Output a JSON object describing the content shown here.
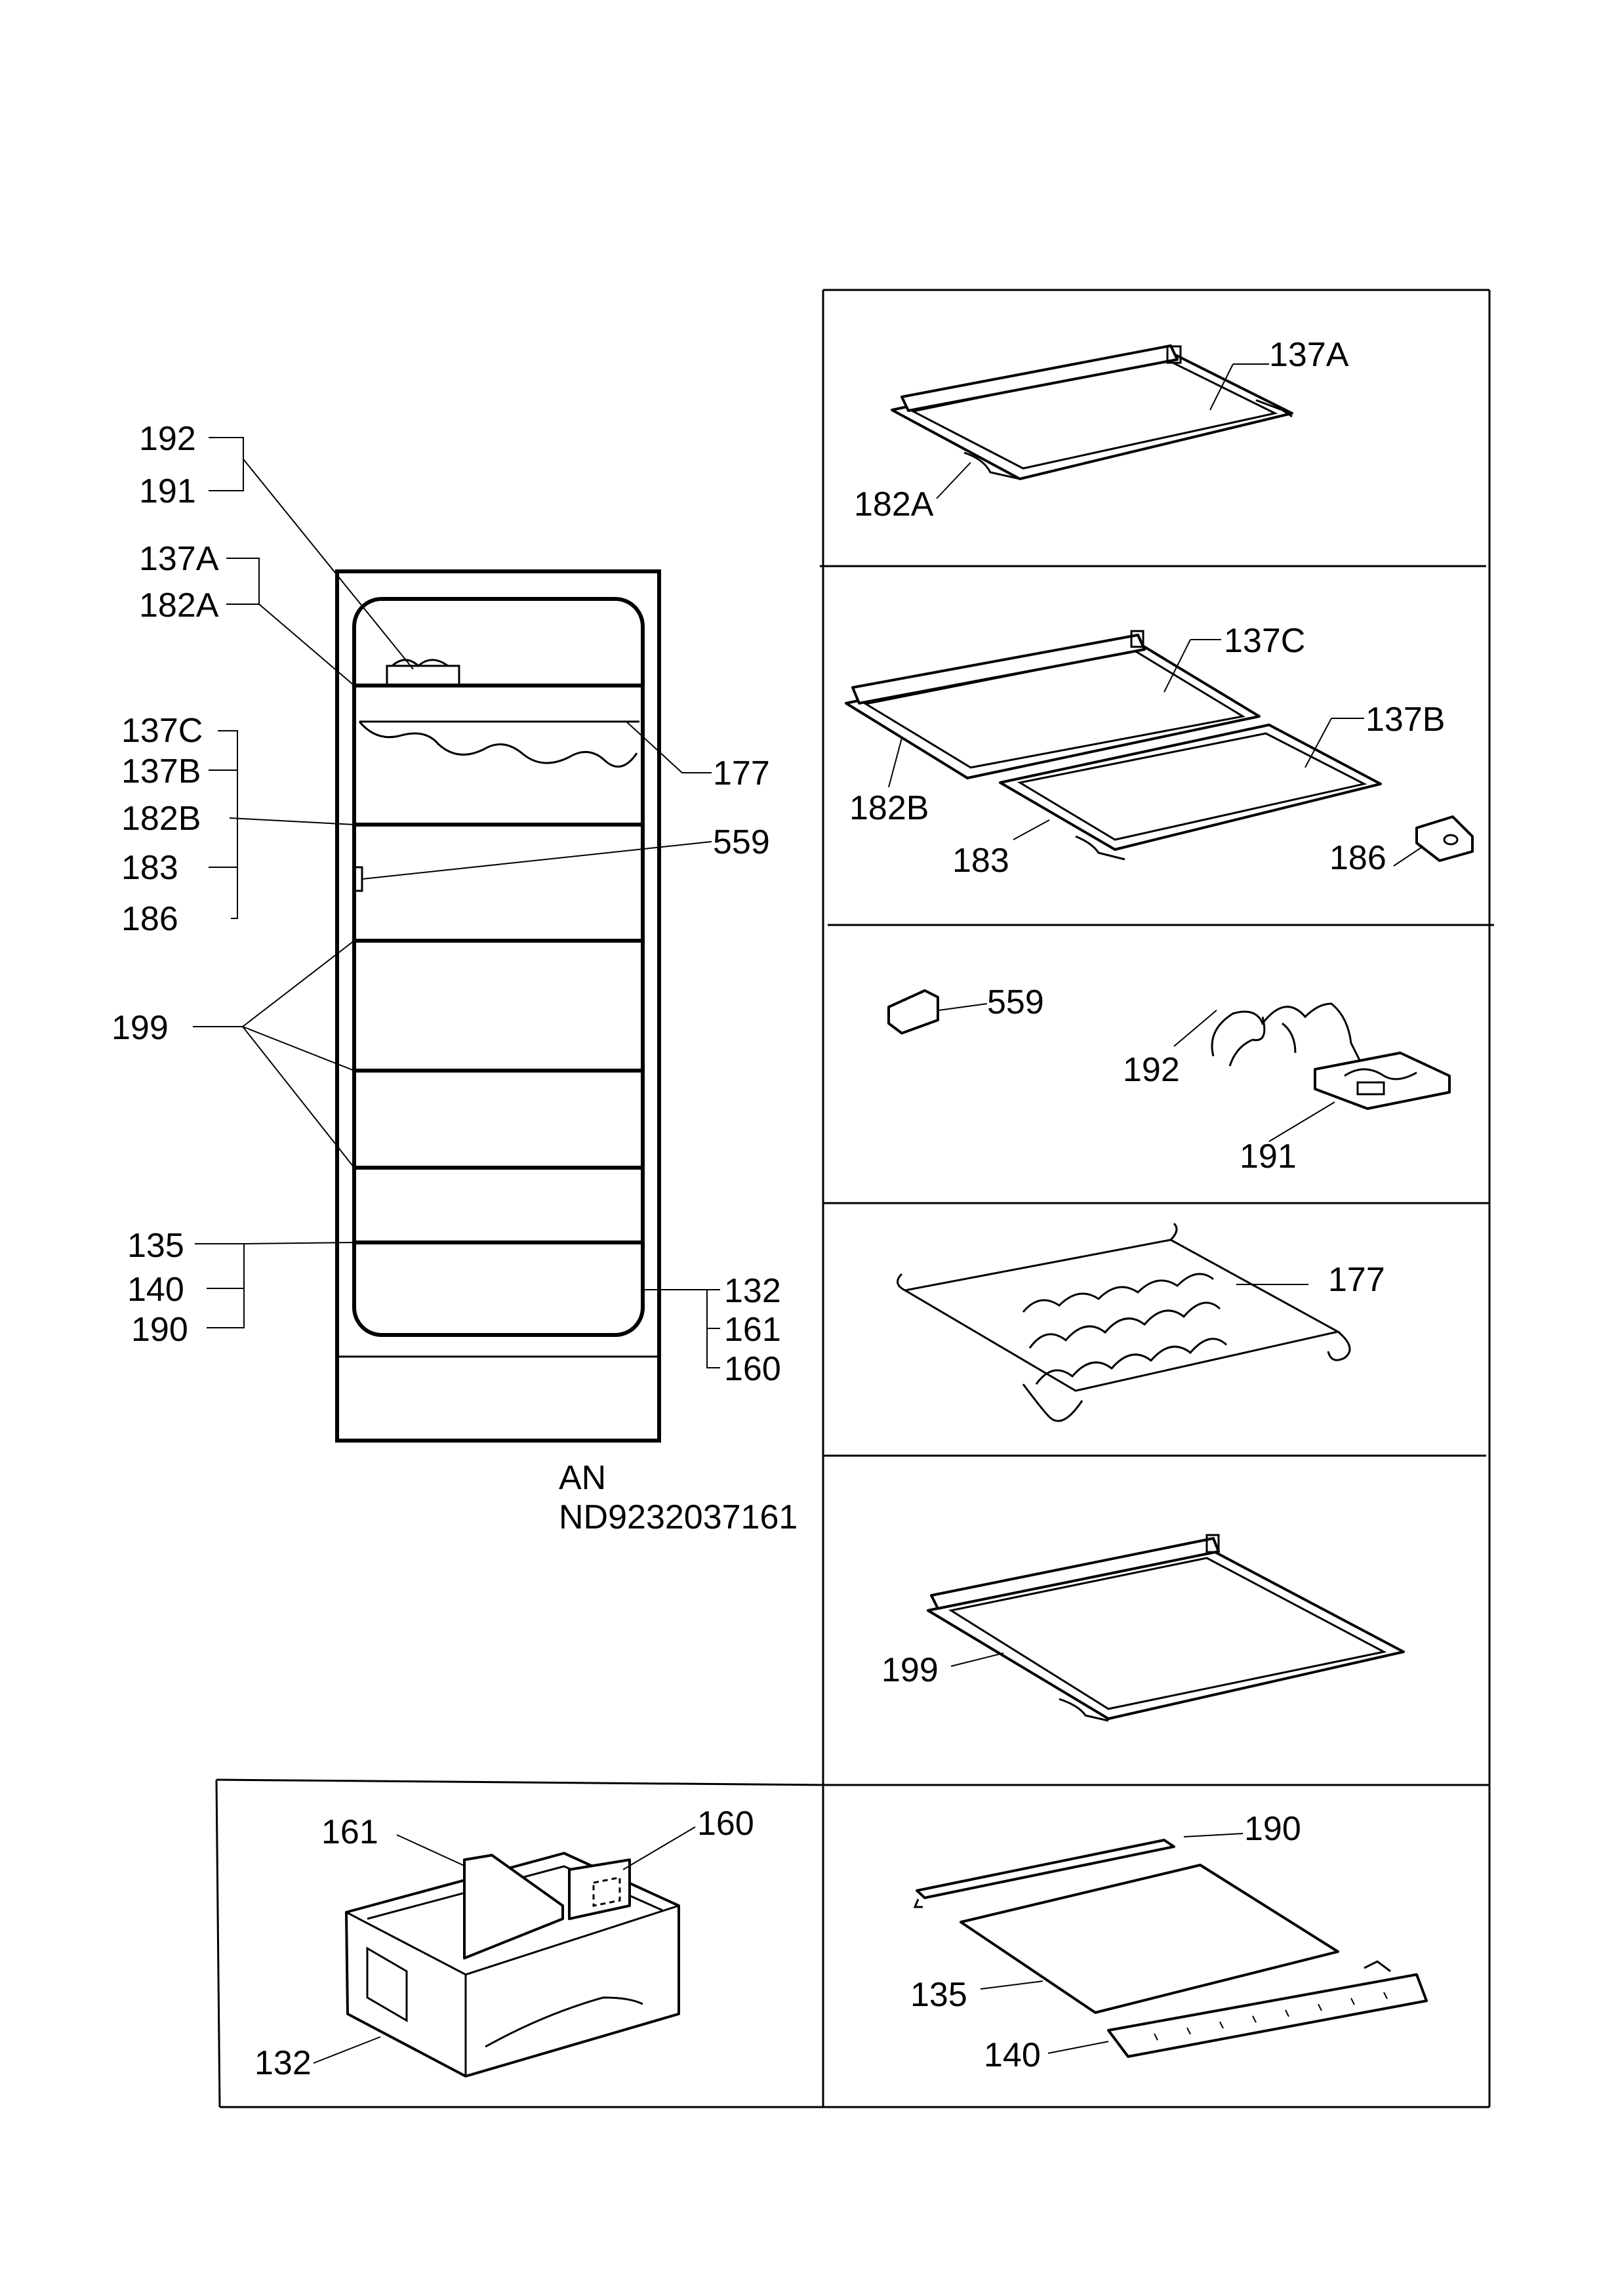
{
  "overview": {
    "labels": {
      "l192": "192",
      "l191": "191",
      "l137A": "137A",
      "l182A": "182A",
      "l137C": "137C",
      "l137B": "137B",
      "l182B": "182B",
      "l183": "183",
      "l186": "186",
      "l177": "177",
      "l559": "559",
      "l199": "199",
      "l135": "135",
      "l140": "140",
      "l190": "190",
      "l132": "132",
      "l161": "161",
      "l160": "160"
    },
    "model_line1": "AN",
    "model_line2": "ND9232037161"
  },
  "panels": {
    "p1": {
      "l137A": "137A",
      "l182A": "182A"
    },
    "p2": {
      "l137C": "137C",
      "l137B": "137B",
      "l182B": "182B",
      "l183": "183",
      "l186": "186"
    },
    "p3": {
      "l559": "559",
      "l192": "192",
      "l191": "191"
    },
    "p4": {
      "l177": "177"
    },
    "p5": {
      "l199": "199"
    },
    "p6": {
      "l190": "190",
      "l135": "135",
      "l140": "140"
    },
    "crisper": {
      "l161": "161",
      "l160": "160",
      "l132": "132"
    }
  }
}
